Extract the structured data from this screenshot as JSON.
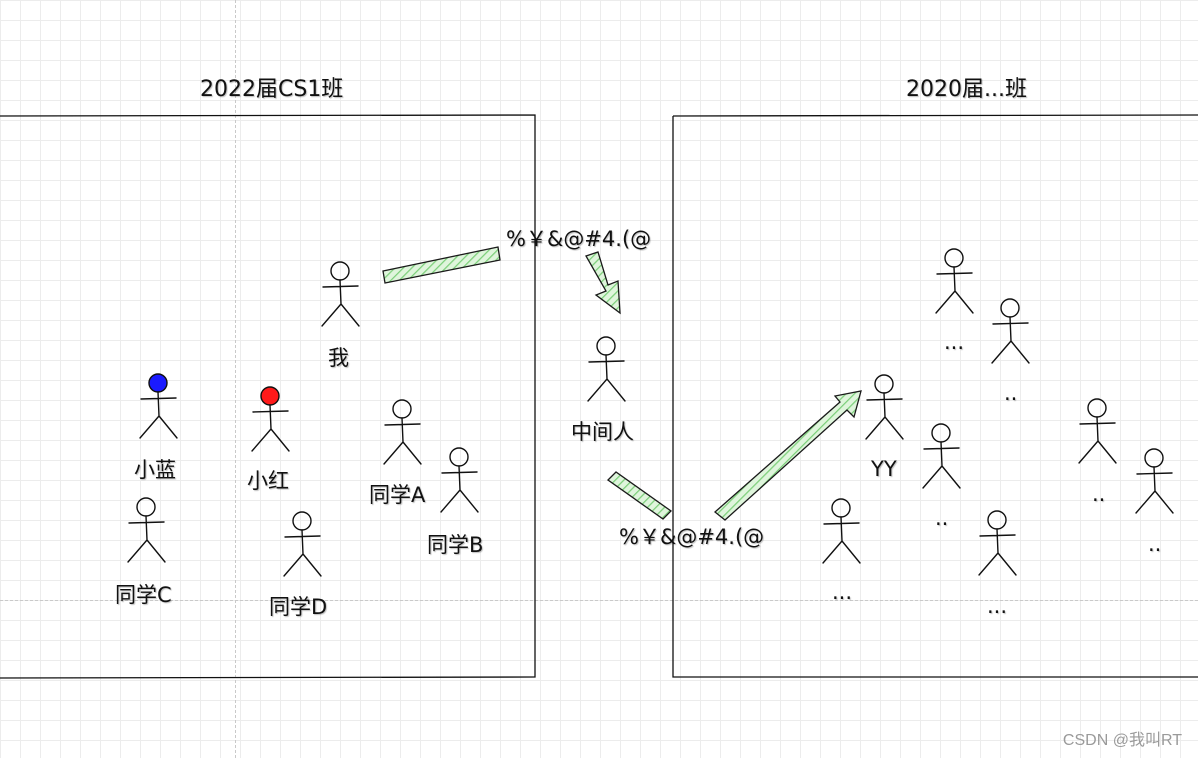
{
  "colors": {
    "stroke": "#111111",
    "arrow_fill": "#b5ecb3",
    "arrow_stroke": "#1a1a1a",
    "blue_head": "#1a1aff",
    "red_head": "#ff1a1a",
    "grid": "#ececec"
  },
  "left_group": {
    "title": "2022届CS1班",
    "people": {
      "me": "我",
      "xiaolan": "小蓝",
      "xiaohong": "小红",
      "a": "同学A",
      "b": "同学B",
      "c": "同学C",
      "d": "同学D"
    }
  },
  "right_group": {
    "title": "2020届...班",
    "people": {
      "yy": "YY",
      "p1": "...",
      "p2": "..",
      "p3": "..",
      "p4": "..",
      "p5": "..",
      "p6": "...",
      "p7": "..."
    }
  },
  "middle": {
    "person": "中间人",
    "cipher_top": "%￥&@#4.(@",
    "cipher_bottom": "%￥&@#4.(@"
  },
  "watermark": "CSDN @我叫RT"
}
